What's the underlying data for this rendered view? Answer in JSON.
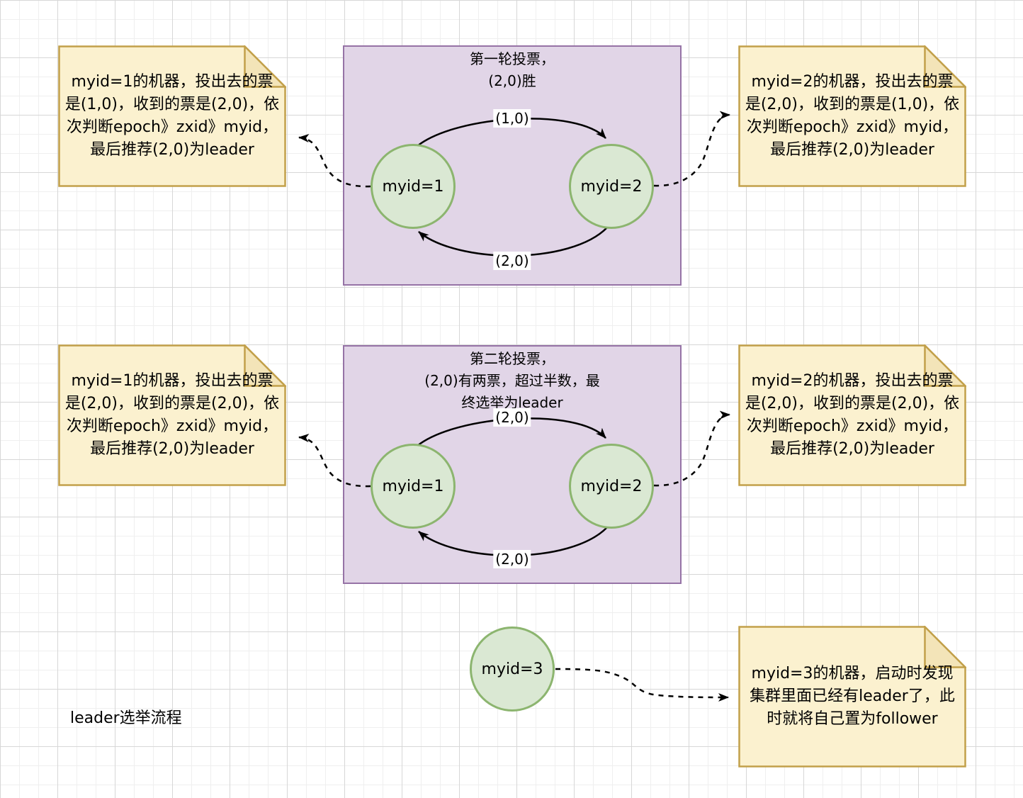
{
  "diagram_label": "leader选举流程",
  "colors": {
    "note_fill": "#FBF1CF",
    "note_fold_fill": "#F3E4B8",
    "note_border": "#C2A04A",
    "box_fill": "#E1D5E7",
    "box_border": "#9673A6",
    "node_fill": "#DAE8D3",
    "node_border": "#8CB56F",
    "connector": "#000000"
  },
  "rounds": [
    {
      "title_lines": [
        "第一轮投票，",
        "(2,0)胜"
      ],
      "nodes": [
        "myid=1",
        "myid=2"
      ],
      "top_edge_label": "(1,0)",
      "bottom_edge_label": "(2,0)"
    },
    {
      "title_lines": [
        "第二轮投票，",
        "(2,0)有两票，超过半数，最",
        "终选举为leader"
      ],
      "nodes": [
        "myid=1",
        "myid=2"
      ],
      "top_edge_label": "(2,0)",
      "bottom_edge_label": "(2,0)"
    }
  ],
  "standalone_node": "myid=3",
  "notes": [
    {
      "position": "top-left",
      "lines": [
        "myid=1的机器，投出去的票",
        "是(1,0)，收到的票是(2,0)，依",
        "次判断epoch》zxid》myid，",
        "最后推荐(2,0)为leader"
      ]
    },
    {
      "position": "top-right",
      "lines": [
        "myid=2的机器，投出去的票",
        "是(2,0)，收到的票是(1,0)，依",
        "次判断epoch》zxid》myid，",
        "最后推荐(2,0)为leader"
      ]
    },
    {
      "position": "middle-left",
      "lines": [
        "myid=1的机器，投出去的票",
        "是(2,0)，收到的票是(2,0)，依",
        "次判断epoch》zxid》myid，",
        "最后推荐(2,0)为leader"
      ]
    },
    {
      "position": "middle-right",
      "lines": [
        "myid=2的机器，投出去的票",
        "是(2,0)，收到的票是(2,0)，依",
        "次判断epoch》zxid》myid，",
        "最后推荐(2,0)为leader"
      ]
    },
    {
      "position": "bottom-right",
      "lines": [
        "myid=3的机器，启动时发现",
        "集群里面已经有leader了，此",
        "时就将自己置为follower"
      ]
    }
  ]
}
